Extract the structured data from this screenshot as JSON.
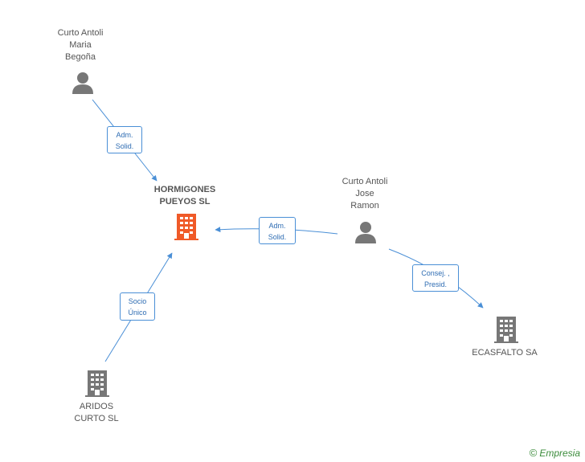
{
  "nodes": {
    "person_maria": {
      "label": "Curto Antoli\nMaria\nBegoña",
      "icon": "person-icon"
    },
    "person_jose": {
      "label": "Curto Antoli\nJose\nRamon",
      "icon": "person-icon"
    },
    "company_hormigones": {
      "label": "HORMIGONES\nPUEYOS SL",
      "icon": "building-icon",
      "color": "#f05a28"
    },
    "company_ecasfalto": {
      "label": "ECASFALTO SA",
      "icon": "building-icon",
      "color": "#777777"
    },
    "company_aridos": {
      "label": "ARIDOS\nCURTO  SL",
      "icon": "building-icon",
      "color": "#777777"
    }
  },
  "edges": {
    "maria_to_hormigones": "Adm.\nSolid.",
    "jose_to_hormigones": "Adm.\nSolid.",
    "jose_to_ecasfalto": "Consej. ,\nPresid.",
    "aridos_to_hormigones": "Socio\nÚnico"
  },
  "colors": {
    "edge": "#4a8fd6",
    "person": "#777777"
  },
  "brand": {
    "symbol": "©",
    "name": "Empresia"
  }
}
